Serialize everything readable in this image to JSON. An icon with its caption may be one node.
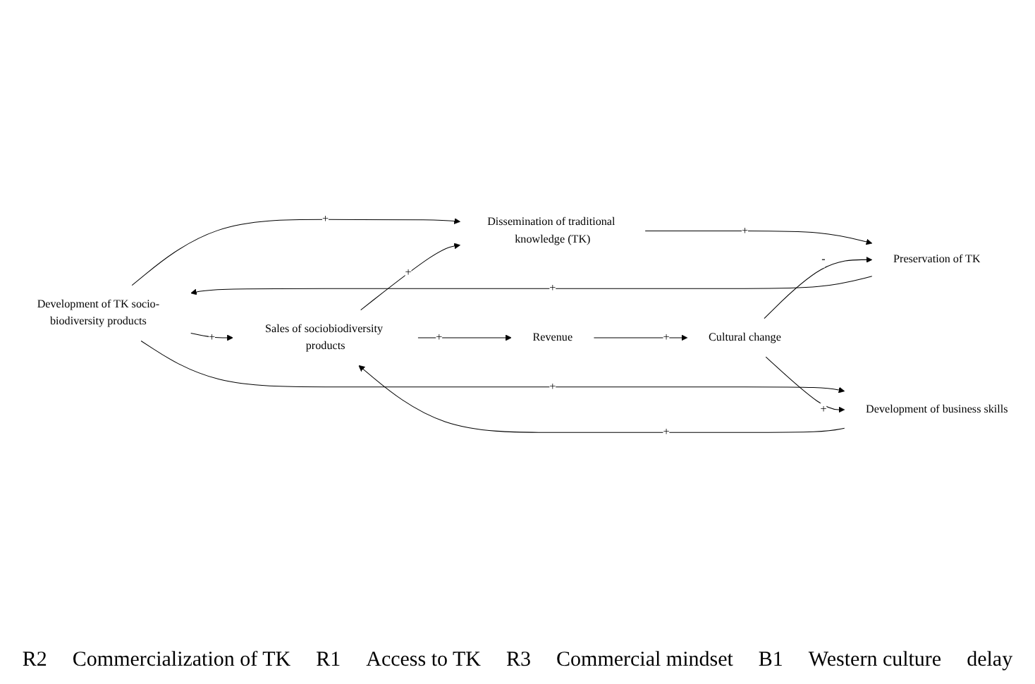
{
  "diagram": {
    "nodes": [
      {
        "text": [
          "Development of TK socio-biodiversity products"
        ]
      },
      {
        "text": [
          "Sales of sociobiodiversity products"
        ]
      },
      {
        "text": [
          "Dissemination of traditional knowledge (TK)"
        ]
      },
      {
        "text": [
          "Development of business skills"
        ]
      },
      {
        "text": [
          "Revenue"
        ]
      },
      {
        "text": [
          "Preservation of TK"
        ]
      },
      {
        "text": [
          "Cultural change"
        ]
      }
    ],
    "edges": [
      {
        "from": 0,
        "to": 1,
        "arrow": "to",
        "label": "+"
      },
      {
        "from": 0,
        "to": 2,
        "arrow": "to",
        "label": "+"
      },
      {
        "from": 0,
        "to": 3,
        "arrow": "to",
        "label": "+"
      },
      {
        "from": 1,
        "to": 2,
        "arrow": "to",
        "label": "+"
      },
      {
        "from": 3,
        "to": 1,
        "arrow": "to",
        "label": "+"
      },
      {
        "from": 1,
        "to": 4,
        "arrow": "to",
        "label": "+"
      },
      {
        "from": 2,
        "to": 5,
        "arrow": "to",
        "label": "+"
      },
      {
        "from": 5,
        "to": 0,
        "arrow": "to",
        "label": "+"
      },
      {
        "from": 4,
        "to": 6,
        "arrow": "to",
        "label": "+"
      },
      {
        "from": 6,
        "to": 3,
        "arrow": "to",
        "label": "+"
      },
      {
        "from": 6,
        "to": 5,
        "arrow": "to",
        "label": "-"
      }
    ],
    "labels": [
      "R2",
      "Commercialization of TK",
      "R1",
      "Access to TK",
      "R3",
      "Commercial mindset",
      "B1",
      "Western culture",
      "delay"
    ]
  }
}
